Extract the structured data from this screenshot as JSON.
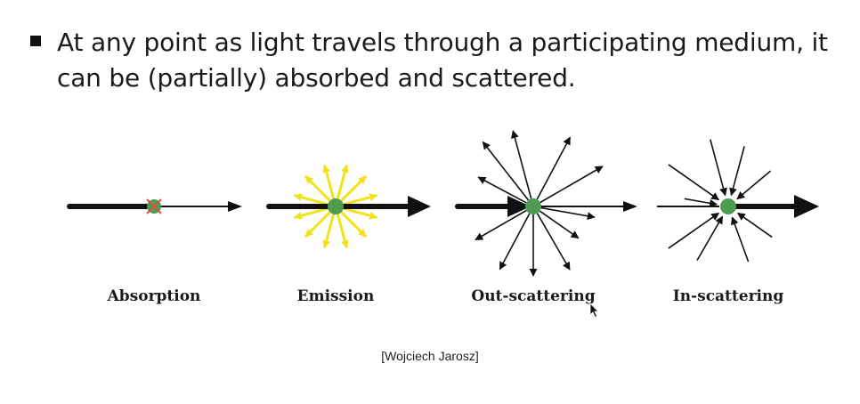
{
  "slide": {
    "bullet_text": "At any point as light travels through a participating medium, it can be (partially) absorbed and scattered.",
    "credit": "[Wojciech Jarosz]"
  },
  "panels": [
    {
      "key": "absorption",
      "label": "Absorption"
    },
    {
      "key": "emission",
      "label": "Emission"
    },
    {
      "key": "out_scattering",
      "label": "Out-scattering"
    },
    {
      "key": "in_scattering",
      "label": "In-scattering"
    }
  ],
  "colors": {
    "arrow": "#111111",
    "particle": "#4e9a51",
    "emission_rays": "#f2e21a",
    "absorption_mark": "#d9533c"
  },
  "icons": {
    "bullet": "square-bullet-icon",
    "cursor": "mouse-pointer-icon"
  }
}
